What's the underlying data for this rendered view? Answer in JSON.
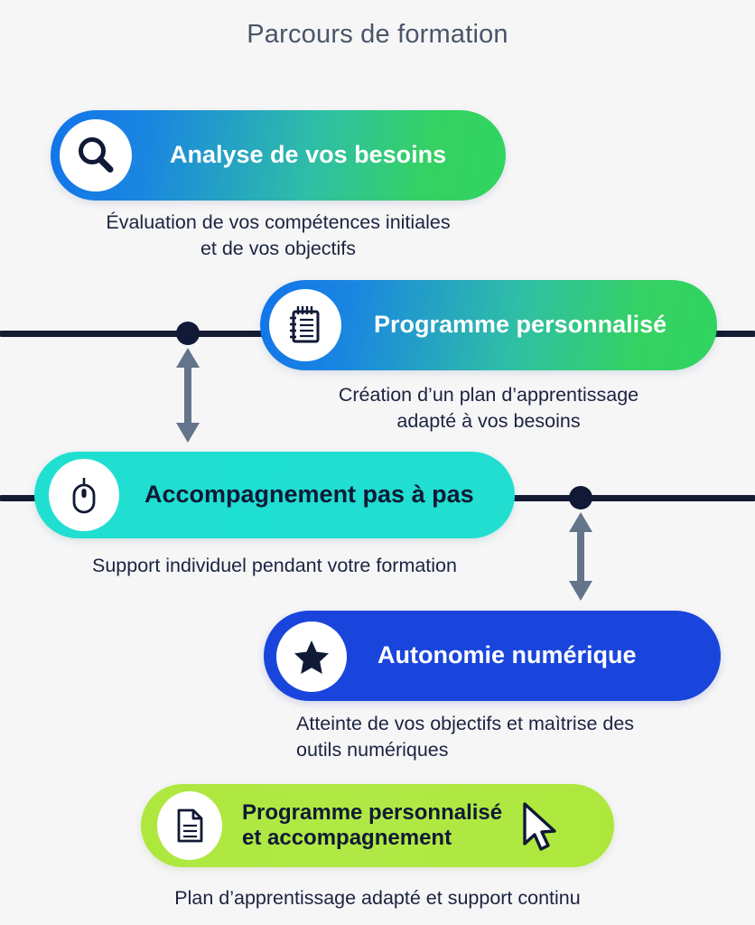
{
  "header": {
    "title": "Parcours de formation"
  },
  "colors": {
    "background": "#f6f6f7",
    "title_text": "#4a5568",
    "caption_text": "#1c2340",
    "rail": "#141b33",
    "node_dot": "#101935",
    "arrow": "#64748b",
    "gradient_blue": "#1274ea",
    "gradient_green": "#2fd45e",
    "teal": "#21ded0",
    "royal_blue": "#1a45dc",
    "lime": "#aee83e"
  },
  "steps": [
    {
      "id": "analyse",
      "icon": "magnifier-icon",
      "label": "Analyse de vos besoins",
      "caption": "Évaluation de vos compétences initiales\net de vos objectifs"
    },
    {
      "id": "programme",
      "icon": "notepad-icon",
      "label": "Programme personnalisé",
      "caption": "Création d’un plan d’apprentissage\nadapté à vos besoins"
    },
    {
      "id": "accompagnement",
      "icon": "mouse-icon",
      "label": "Accompagnement pas à pas",
      "caption": "Support individuel pendant votre formation"
    },
    {
      "id": "autonomie",
      "icon": "star-icon",
      "label": "Autonomie numérique",
      "caption": "Atteinte de vos objectifs et maìtrise des\noutils numériques"
    },
    {
      "id": "programme-accompagnement",
      "icon": "document-icon",
      "label": "Programme personnalisé\net accompagnement",
      "caption": "Plan d’apprentissage adapté et support continu"
    }
  ]
}
